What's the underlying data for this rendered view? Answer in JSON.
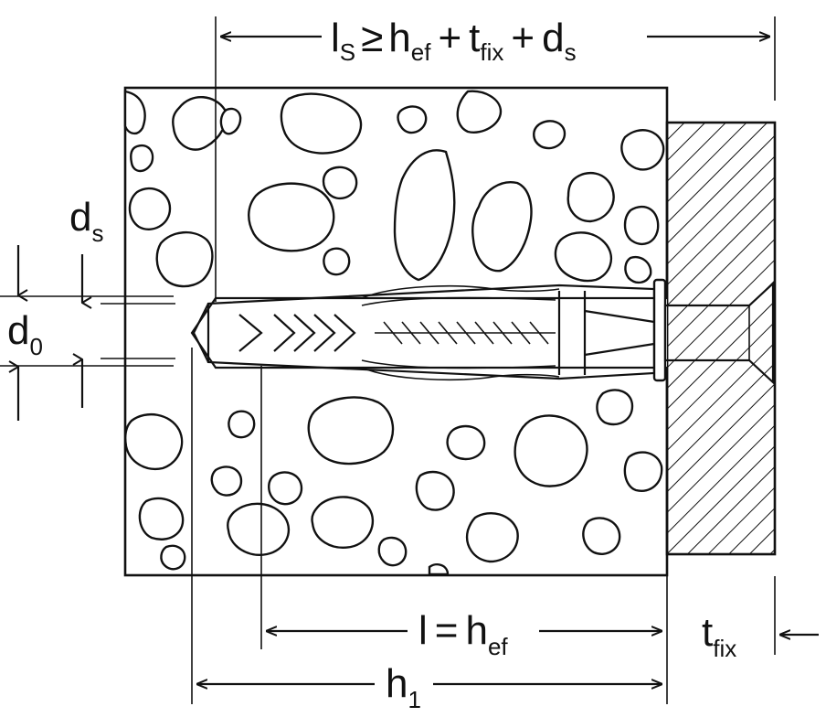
{
  "labels": {
    "screw_length": {
      "base": "l",
      "sub": "S",
      "rel": "≥",
      "t1": "h",
      "t1_sub": "ef",
      "plus1": "+",
      "t2": "t",
      "t2_sub": "fix",
      "plus2": "+",
      "t3": "d",
      "t3_sub": "s"
    },
    "ds": {
      "base": "d",
      "sub": "s"
    },
    "d0": {
      "base": "d",
      "sub": "0"
    },
    "anchor_length": {
      "base": "l",
      "eq": "=",
      "t1": "h",
      "t1_sub": "ef"
    },
    "hole_depth": {
      "base": "h",
      "sub": "1"
    },
    "fixture": {
      "base": "t",
      "sub": "fix"
    }
  },
  "colors": {
    "ink": "#111111",
    "background": "#ffffff"
  }
}
